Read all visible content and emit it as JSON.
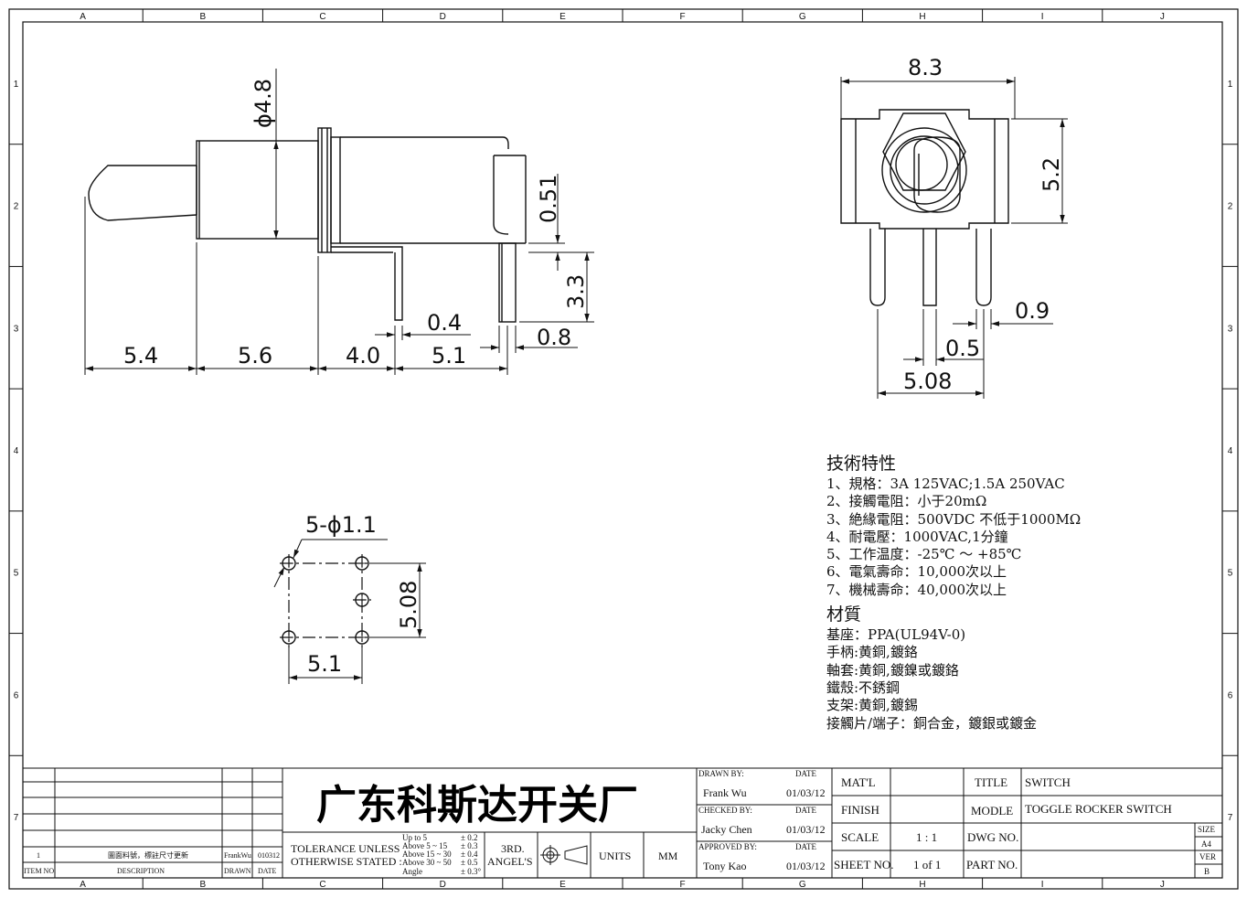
{
  "grid": {
    "columns": [
      "A",
      "B",
      "C",
      "D",
      "E",
      "F",
      "G",
      "H",
      "I",
      "J"
    ],
    "rows": [
      "1",
      "2",
      "3",
      "4",
      "5",
      "6",
      "7"
    ]
  },
  "side_view": {
    "diameter": "ϕ4.8",
    "dim_051": "0.51",
    "dim_33": "3.3",
    "dim_04": "0.4",
    "dim_08": "0.8",
    "dim_54": "5.4",
    "dim_56": "5.6",
    "dim_40": "4.0",
    "dim_51": "5.1"
  },
  "front_view": {
    "width": "8.3",
    "height": "5.2",
    "dim_09": "0.9",
    "dim_05": "0.5",
    "dim_508": "5.08"
  },
  "pcb_layout": {
    "holes": "5-ϕ1.1",
    "vertical": "5.08",
    "horizontal": "5.1"
  },
  "specs": {
    "tech_title": "技術特性",
    "tech_items": [
      "1、規格：3A 125VAC;1.5A 250VAC",
      "2、接觸電阻：小于20mΩ",
      "3、絶緣電阻：500VDC 不低于1000MΩ",
      "4、耐電壓：1000VAC,1分鐘",
      "5、工作温度：-25℃ ～ +85℃",
      "6、電氣壽命：10,000次以上",
      "7、機械壽命：40,000次以上"
    ],
    "material_title": "材質",
    "material_items": [
      "基座：PPA(UL94V-0)",
      "手柄:黄銅,鍍鉻",
      "軸套:黄銅,鍍鎳或鍍鉻",
      "鐵殼:不銹鋼",
      "支架:黄銅,鍍錫",
      "接觸片/端子：銅合金，鍍銀或鍍金"
    ]
  },
  "revision": {
    "item": "1",
    "description": "圖面料號，標註尺寸更新",
    "drawn": "FrankWu",
    "date": "010312",
    "headers": {
      "item": "ITEM NO.",
      "description": "DESCRIPTION",
      "drawn": "DRAWN",
      "date": "DATE"
    }
  },
  "company": "广东科斯达开关厂",
  "tolerance": {
    "label_line1": "TOLERANCE UNLESS",
    "label_line2": "OTHERWISE STATED :",
    "ranges": [
      "Up  to  5",
      "Above 5  ~ 15",
      "Above 15 ~ 30",
      "Above 30 ~ 50",
      "Angle"
    ],
    "values": [
      "± 0.2",
      "± 0.3",
      "± 0.4",
      "± 0.5",
      "± 0.3°"
    ]
  },
  "projection": {
    "line1": "3RD.",
    "line2": "ANGEL'S"
  },
  "units": {
    "label": "UNITS",
    "value": "MM"
  },
  "signoff": {
    "drawn_by_label": "DRAWN BY:",
    "drawn_by": "Frank Wu",
    "drawn_date": "01/03/12",
    "checked_by_label": "CHECKED BY:",
    "checked_by": "Jacky Chen",
    "checked_date": "01/03/12",
    "approved_by_label": "APPROVED BY:",
    "approved_by": "Tony Kao",
    "approved_date": "01/03/12",
    "date_label": "DATE"
  },
  "props": {
    "matl_label": "MAT'L",
    "finish_label": "FINISH",
    "scale_label": "SCALE",
    "scale": "1 : 1",
    "sheet_label": "SHEET NO.",
    "sheet": "1 of 1"
  },
  "info": {
    "title_label": "TITLE",
    "title": "SWITCH",
    "model_label": "MODLE",
    "model": "TOGGLE ROCKER SWITCH",
    "dwg_label": "DWG NO.",
    "part_label": "PART NO.",
    "size_label": "SIZE",
    "size": "A4",
    "ver_label": "VER",
    "ver": "B"
  }
}
